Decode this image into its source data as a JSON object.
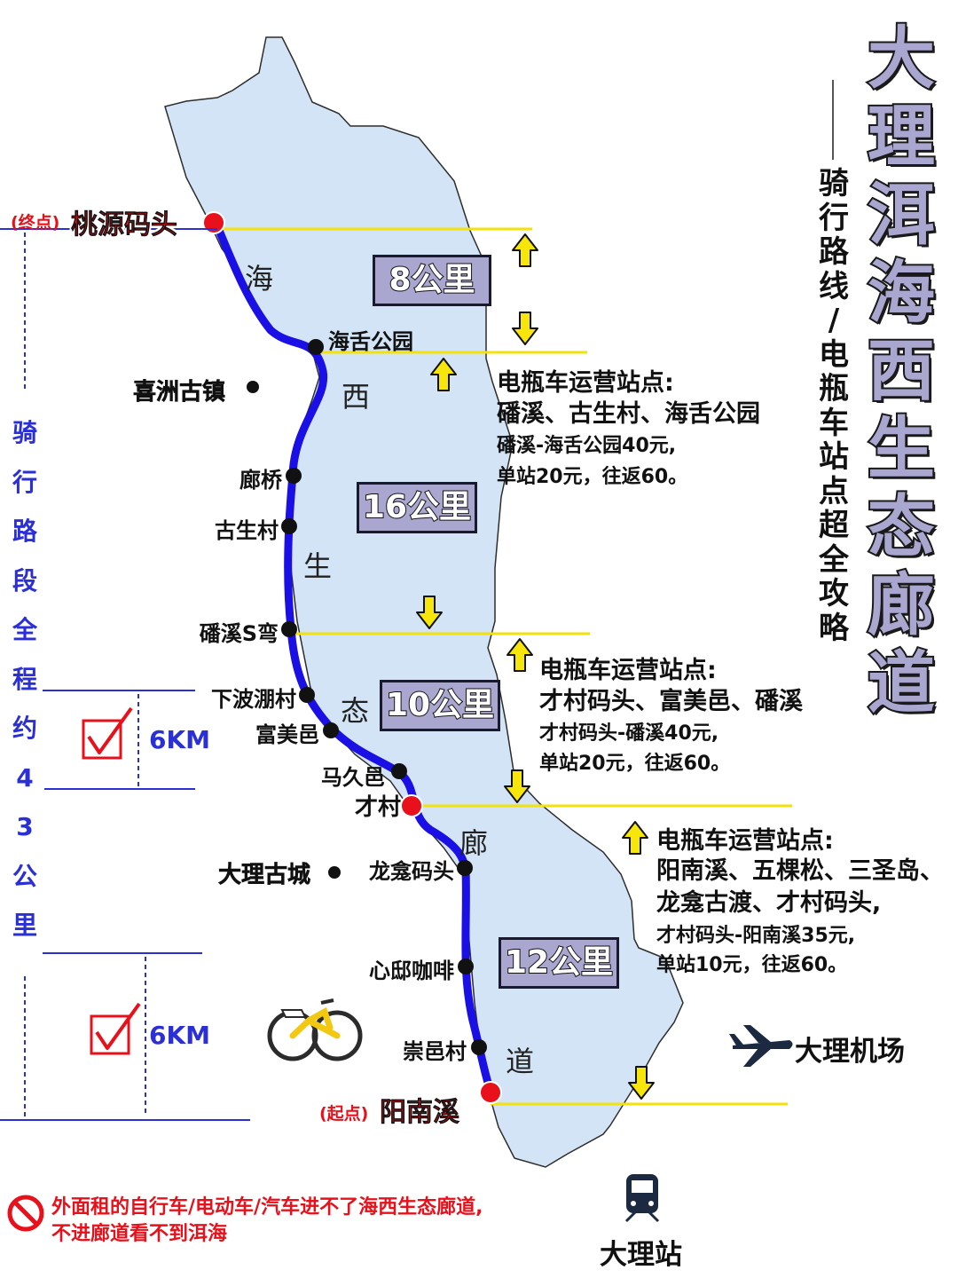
{
  "title": {
    "main": [
      "大",
      "理",
      "洱",
      "海",
      "西",
      "生",
      "态",
      "廊",
      "道"
    ],
    "sub": [
      "骑",
      "行",
      "路",
      "线",
      "/",
      "电",
      "瓶",
      "车",
      "站",
      "点",
      "超",
      "全",
      "攻",
      "略"
    ]
  },
  "stops": {
    "end_tag": "(终点)",
    "end_name": "桃源码头",
    "haishe": "海舌公园",
    "xizhou": "喜洲古镇",
    "langqiao": "廊桥",
    "gusheng": "古生村",
    "panxi": "磻溪S弯",
    "xiabo": "下波淜村",
    "fumei": "富美邑",
    "majiu": "马久邑",
    "caicun": "才村",
    "longkan": "龙龛码头",
    "dali_old_town": "大理古城",
    "xindi_cafe": "心邸咖啡",
    "chongyi": "崇邑村",
    "start_tag": "(起点)",
    "start_name": "阳南溪"
  },
  "corridor_chars": [
    "海",
    "西",
    "生",
    "态",
    "廊",
    "道"
  ],
  "distances": [
    "8公里",
    "16公里",
    "10公里",
    "12公里"
  ],
  "info_blocks": [
    {
      "heading": "电瓶车运营站点:",
      "stations": "磻溪、古生村、海舌公园",
      "price1": "磻溪-海舌公园40元,",
      "price2": "单站20元，往返60。"
    },
    {
      "heading": "电瓶车运营站点:",
      "stations": "才村码头、富美邑、磻溪",
      "price1": "才村码头-磻溪40元,",
      "price2": "单站20元，往返60。"
    },
    {
      "heading": "电瓶车运营站点:",
      "stations": "阳南溪、五棵松、三圣岛、",
      "stations2": "龙龛古渡、才村码头,",
      "price1": "才村码头-阳南溪35元,",
      "price2": "单站10元，往返60。"
    }
  ],
  "side": {
    "vertical_label": [
      "骑",
      "行",
      "路",
      "段",
      "全",
      "程",
      "约",
      "4",
      "3",
      "公",
      "里"
    ],
    "km1": "6KM",
    "km2": "6KM"
  },
  "places": {
    "airport": "大理机场",
    "station": "大理站"
  },
  "warning": {
    "line1": "外面租的自行车/电动车/汽车进不了海西生态廊道,",
    "line2": "不进廊道看不到洱海"
  },
  "colors": {
    "lake": "#d3e4f7",
    "route": "#1a10e6",
    "guide_line": "#f2e20a",
    "arrow": "#f7e60c",
    "title_fill": "#a9a6cf",
    "accent_red": "#e8101a",
    "side_blue": "#2a2fd6"
  },
  "icons": [
    "up-arrow-icon",
    "down-arrow-icon",
    "checkbox-icon",
    "bicycle-icon",
    "airplane-icon",
    "train-icon",
    "no-entry-icon"
  ]
}
